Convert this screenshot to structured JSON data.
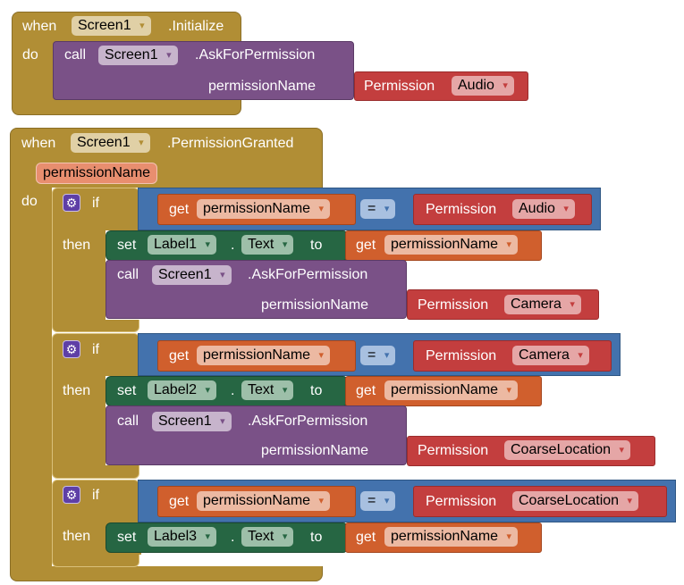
{
  "block1": {
    "when": "when",
    "component": "Screen1",
    "event": ".Initialize",
    "do": "do",
    "call": {
      "call": "call",
      "component": "Screen1",
      "method": ".AskForPermission",
      "arg_label": "permissionName",
      "permission": {
        "label": "Permission",
        "value": "Audio"
      }
    }
  },
  "block2": {
    "when": "when",
    "component": "Screen1",
    "event": ".PermissionGranted",
    "param": "permissionName",
    "do": "do",
    "ifs": [
      {
        "if": "if",
        "then": "then",
        "get": "get",
        "var": "permissionName",
        "op": "=",
        "perm_label": "Permission",
        "perm_value": "Audio",
        "set": "set",
        "set_component": "Label1",
        "dot": ".",
        "set_prop": "Text",
        "to": "to",
        "call": "call",
        "call_component": "Screen1",
        "call_method": ".AskForPermission",
        "call_arg_label": "permissionName",
        "call_perm_value": "Camera"
      },
      {
        "if": "if",
        "then": "then",
        "get": "get",
        "var": "permissionName",
        "op": "=",
        "perm_label": "Permission",
        "perm_value": "Camera",
        "set": "set",
        "set_component": "Label2",
        "dot": ".",
        "set_prop": "Text",
        "to": "to",
        "call": "call",
        "call_component": "Screen1",
        "call_method": ".AskForPermission",
        "call_arg_label": "permissionName",
        "call_perm_value": "CoarseLocation"
      },
      {
        "if": "if",
        "then": "then",
        "get": "get",
        "var": "permissionName",
        "op": "=",
        "perm_label": "Permission",
        "perm_value": "CoarseLocation",
        "set": "set",
        "set_component": "Label3",
        "dot": ".",
        "set_prop": "Text",
        "to": "to"
      }
    ]
  },
  "icons": {
    "gear": "⚙"
  }
}
